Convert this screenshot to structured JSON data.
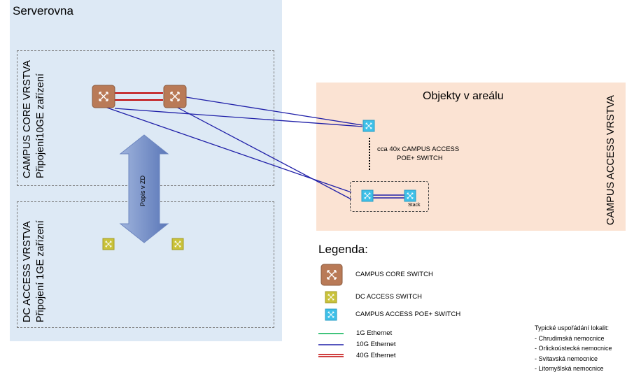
{
  "zones": {
    "serverovna": "Serverovna",
    "core_layer": "CAMPUS CORE VRSTVA",
    "core_connection": "Připojení10GE zařízení",
    "dc_layer": "DC ACCESS VRSTVA",
    "dc_connection": "Připojení 1GE zařízení",
    "objekty": "Objekty v areálu",
    "access_layer": "CAMPUS ACCESS VRSTVA"
  },
  "arrow_label": "Popis v ZD",
  "access_note": {
    "line1": "cca 40x CAMPUS ACCESS",
    "line2": "POE+ SWITCH"
  },
  "stack_label": "Stack",
  "legend": {
    "title": "Legenda:",
    "devices": [
      {
        "icon": "campus-core-switch-icon",
        "label": "CAMPUS CORE SWITCH"
      },
      {
        "icon": "dc-access-switch-icon",
        "label": "DC ACCESS SWITCH"
      },
      {
        "icon": "campus-access-switch-icon",
        "label": "CAMPUS ACCESS POE+ SWITCH"
      }
    ],
    "links": [
      {
        "label": "1G Ethernet",
        "color": "#00b050"
      },
      {
        "label": "10G Ethernet",
        "color": "#1f1fa8"
      },
      {
        "label": "40G Ethernet",
        "color": "#c00000"
      }
    ]
  },
  "locations": {
    "title": "Typické uspořádání lokalit:",
    "items": [
      "- Chrudimská nemocnice",
      "- Orlickoústecká nemocnice",
      "- Svitavská nemocnice",
      "- Litomyšlská nemocnice"
    ]
  },
  "colors": {
    "core_switch": "#b97a57",
    "dc_switch": "#c9c23a",
    "access_switch": "#3ec0e8",
    "link_10g": "#1f1fa8",
    "link_40g": "#c00000",
    "link_1g": "#00b050"
  }
}
